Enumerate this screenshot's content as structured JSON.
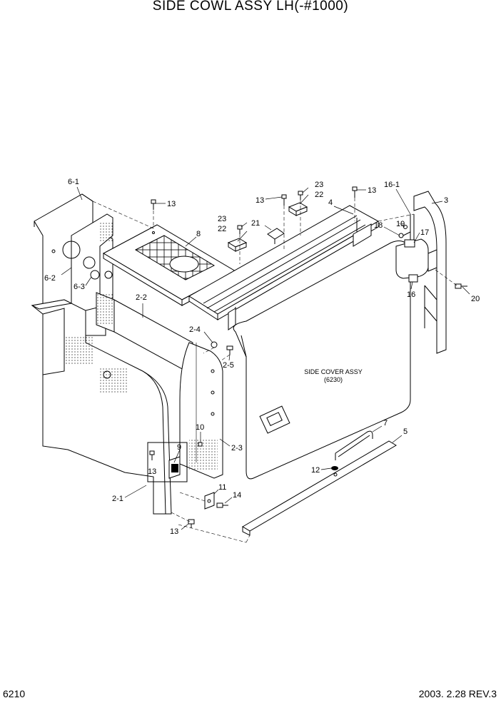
{
  "header": {
    "title": "SIDE COWL ASSY LH(-#1000)"
  },
  "footer": {
    "page_number": "6210",
    "date_rev": "2003. 2.28  REV.3"
  },
  "side_cover": {
    "line1": "SIDE COVER ASSY",
    "line2": "(6230)"
  },
  "labels": {
    "l6_1": "6-1",
    "l6_2": "6-2",
    "l6_3": "6-3",
    "l13_top": "13",
    "l8": "8",
    "l23a": "23",
    "l22a": "22",
    "l13_mid": "13",
    "l23b": "23",
    "l22b": "22",
    "l21": "21",
    "l13_right": "13",
    "l4": "4",
    "l16_1": "16-1",
    "l3": "3",
    "l18": "18",
    "l19": "19",
    "l17": "17",
    "l16": "16",
    "l20": "20",
    "l2_2": "2-2",
    "l2_4": "2-4",
    "l2_5": "2-5",
    "l10": "10",
    "l9": "9",
    "l13_lower": "13",
    "l2_3": "2-3",
    "l7": "7",
    "l5": "5",
    "l12": "12",
    "l11": "11",
    "l14": "14",
    "l2_1": "2-1",
    "l13_bottom": "13"
  }
}
